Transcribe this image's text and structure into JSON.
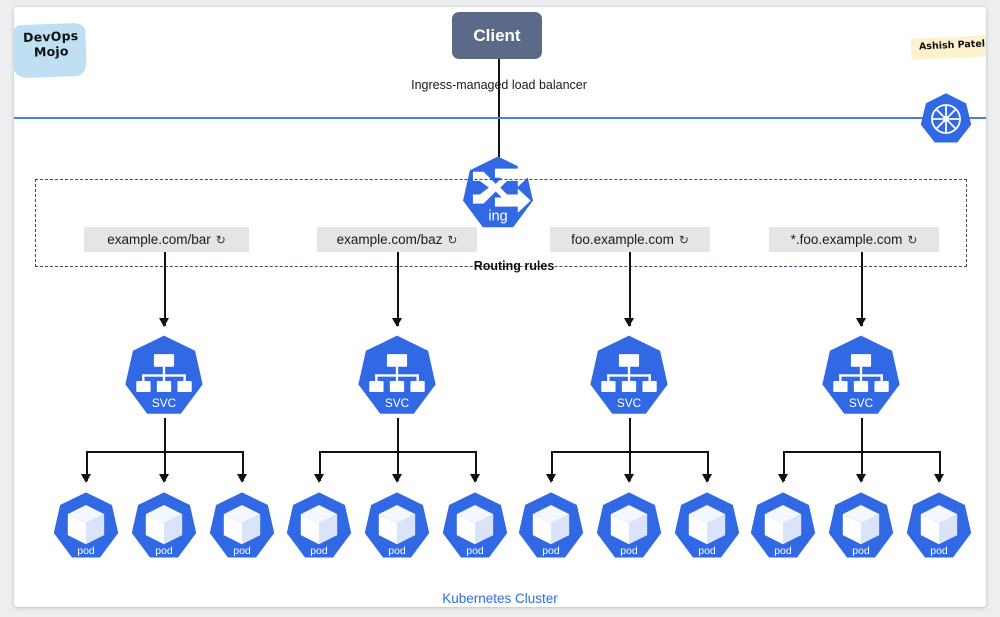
{
  "card": {
    "brand_badge": "DevOps\nMojo",
    "brand_line1": "DevOps",
    "brand_line2": "Mojo",
    "author_badge": "Ashish Patel",
    "cluster_caption": "Kubernetes Cluster",
    "accent_blue": "#3069e3",
    "line_blue": "#4a7fe0",
    "client_fill": "#5b6b87",
    "rule_fill": "#e5e5e5",
    "badge_blue": "#bfe0f2",
    "badge_yellow": "#fdf2cd"
  },
  "client": {
    "label": "Client",
    "connector_label": "Ingress-managed load balancer"
  },
  "ingress": {
    "icon_name": "ingress-icon",
    "label": "ing"
  },
  "routing": {
    "section_label": "Routing rules",
    "rules": [
      {
        "host": "example.com/bar",
        "glyph": "↻"
      },
      {
        "host": "example.com/baz",
        "glyph": "↻"
      },
      {
        "host": "foo.example.com",
        "glyph": "↻"
      },
      {
        "host": "*.foo.example.com",
        "glyph": "↻"
      }
    ]
  },
  "services": [
    {
      "label": "SVC",
      "pods": [
        {
          "label": "pod"
        },
        {
          "label": "pod"
        },
        {
          "label": "pod"
        }
      ]
    },
    {
      "label": "SVC",
      "pods": [
        {
          "label": "pod"
        },
        {
          "label": "pod"
        },
        {
          "label": "pod"
        }
      ]
    },
    {
      "label": "SVC",
      "pods": [
        {
          "label": "pod"
        },
        {
          "label": "pod"
        },
        {
          "label": "pod"
        }
      ]
    },
    {
      "label": "SVC",
      "pods": [
        {
          "label": "pod"
        },
        {
          "label": "pod"
        },
        {
          "label": "pod"
        }
      ]
    }
  ]
}
